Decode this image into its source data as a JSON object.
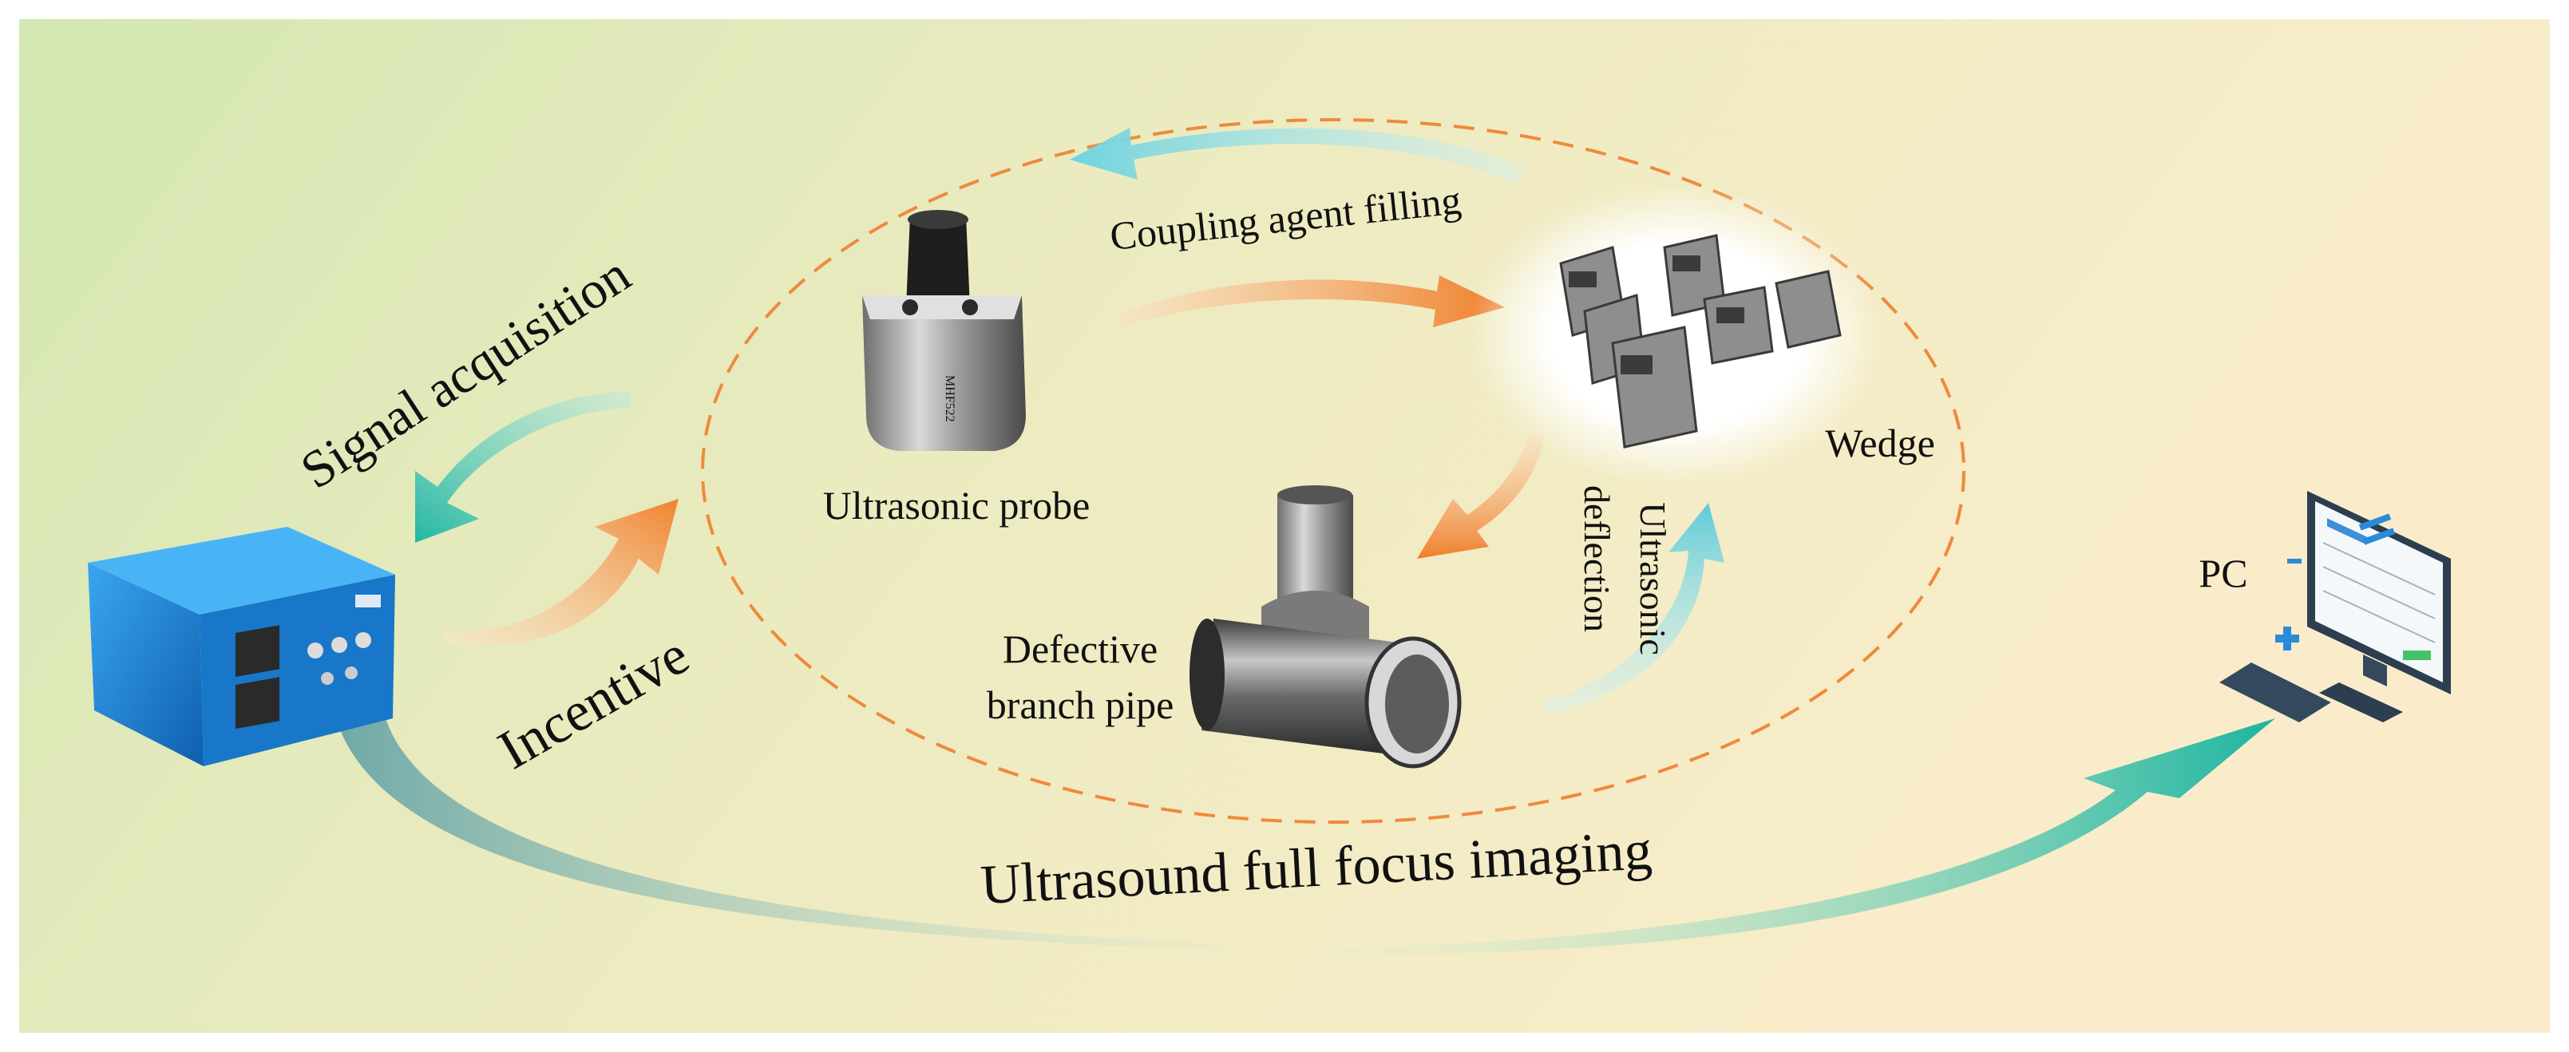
{
  "labels": {
    "coupling": "Coupling agent filling",
    "signal": "Signal acquisition",
    "probe": "Ultrasonic probe",
    "wedge": "Wedge",
    "deflection_1": "Ultrasonic",
    "deflection_2": "deflection",
    "pipe_1": "Defective",
    "pipe_2": "branch pipe",
    "incentive": "Incentive",
    "imaging": "Ultrasound full focus imaging",
    "pc": "PC"
  },
  "colors": {
    "bg_left": "#d6e8b4",
    "bg_right": "#f9ecc8",
    "dashed_ellipse": "#ee8a3c",
    "orange_arrow": "#f08a3a",
    "teal_arrow": "#2fbfaa",
    "cyan_arrow": "#7fd8e0",
    "device_blue": "#1e88d8"
  },
  "icons": [
    "acquisition-device",
    "ultrasonic-probe",
    "wedge-set",
    "branch-pipe",
    "pc-monitor"
  ]
}
